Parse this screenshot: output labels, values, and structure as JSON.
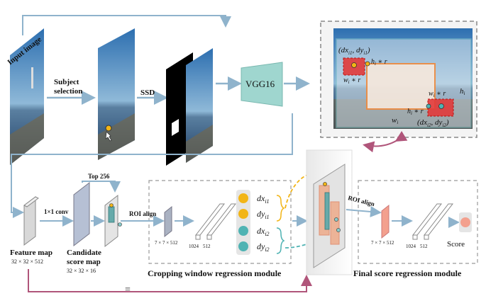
{
  "diagram": {
    "input_label": "Input image",
    "subject_selection": [
      "Subject",
      "selection"
    ],
    "ssd_label": "SSD",
    "vgg_label": "VGG16",
    "top_label": "Top 256",
    "conv_label": "1×1 conv",
    "feature_map": {
      "title": "Feature map",
      "dims": "32 × 32 × 512"
    },
    "candidate_map": {
      "title": [
        "Candidate",
        "score map"
      ],
      "dims": "32 × 32 × 16"
    },
    "roi_label": "ROI align",
    "roi_label_2": "ROI align",
    "crop_module": {
      "title": "Cropping window regression module",
      "roi_dims": "7 × 7 × 512",
      "fc_dims": [
        "1024",
        "512"
      ],
      "outputs": [
        "dx",
        "dy",
        "dx",
        "dy"
      ],
      "output_subs": [
        "i1",
        "i1",
        "i2",
        "i2"
      ]
    },
    "score_module": {
      "title": "Final score regression module",
      "roi_dims": "7 × 7 × 512",
      "fc_dims": [
        "1024",
        "512"
      ],
      "score_label": "Score"
    },
    "equals": "=",
    "inset": {
      "top_left_x": "(dx",
      "top_left_sub1": "i1",
      "top_left_mid": ", dy",
      "top_left_sub2": "i1",
      "top_left_end": ")",
      "h_r_top": "h",
      "h_r_top_sub": "i",
      "h_r_top_suffix": " ∗ r",
      "w_r_left": "w",
      "w_r_left_sub": "i",
      "w_r_left_suffix": " ∗ r",
      "w_r_right": "w",
      "w_r_right_sub": "i",
      "w_r_right_suffix": " ∗ r",
      "h_r_bottom": "h",
      "h_r_bottom_sub": "i",
      "h_r_bottom_suffix": " ∗ r",
      "h_label": "h",
      "h_label_sub": "i",
      "w_label": "w",
      "w_label_sub": "i",
      "bottom_right_x": "(dx",
      "bottom_right_sub1": "i2",
      "bottom_right_mid": ", dy",
      "bottom_right_sub2": "i2",
      "bottom_right_end": ")"
    },
    "colors": {
      "flow_arrow": "#8fb3cc",
      "loop_arrow": "#b0557a",
      "vgg_fill": "#9fd6cf",
      "yellow_dot": "#f2b517",
      "teal_dot": "#4fb3b3",
      "red_box": "#e23a3a",
      "orange_box": "#f08a3c",
      "roi_orange": "#f0a078",
      "score_pink": "#f3a08e"
    }
  }
}
